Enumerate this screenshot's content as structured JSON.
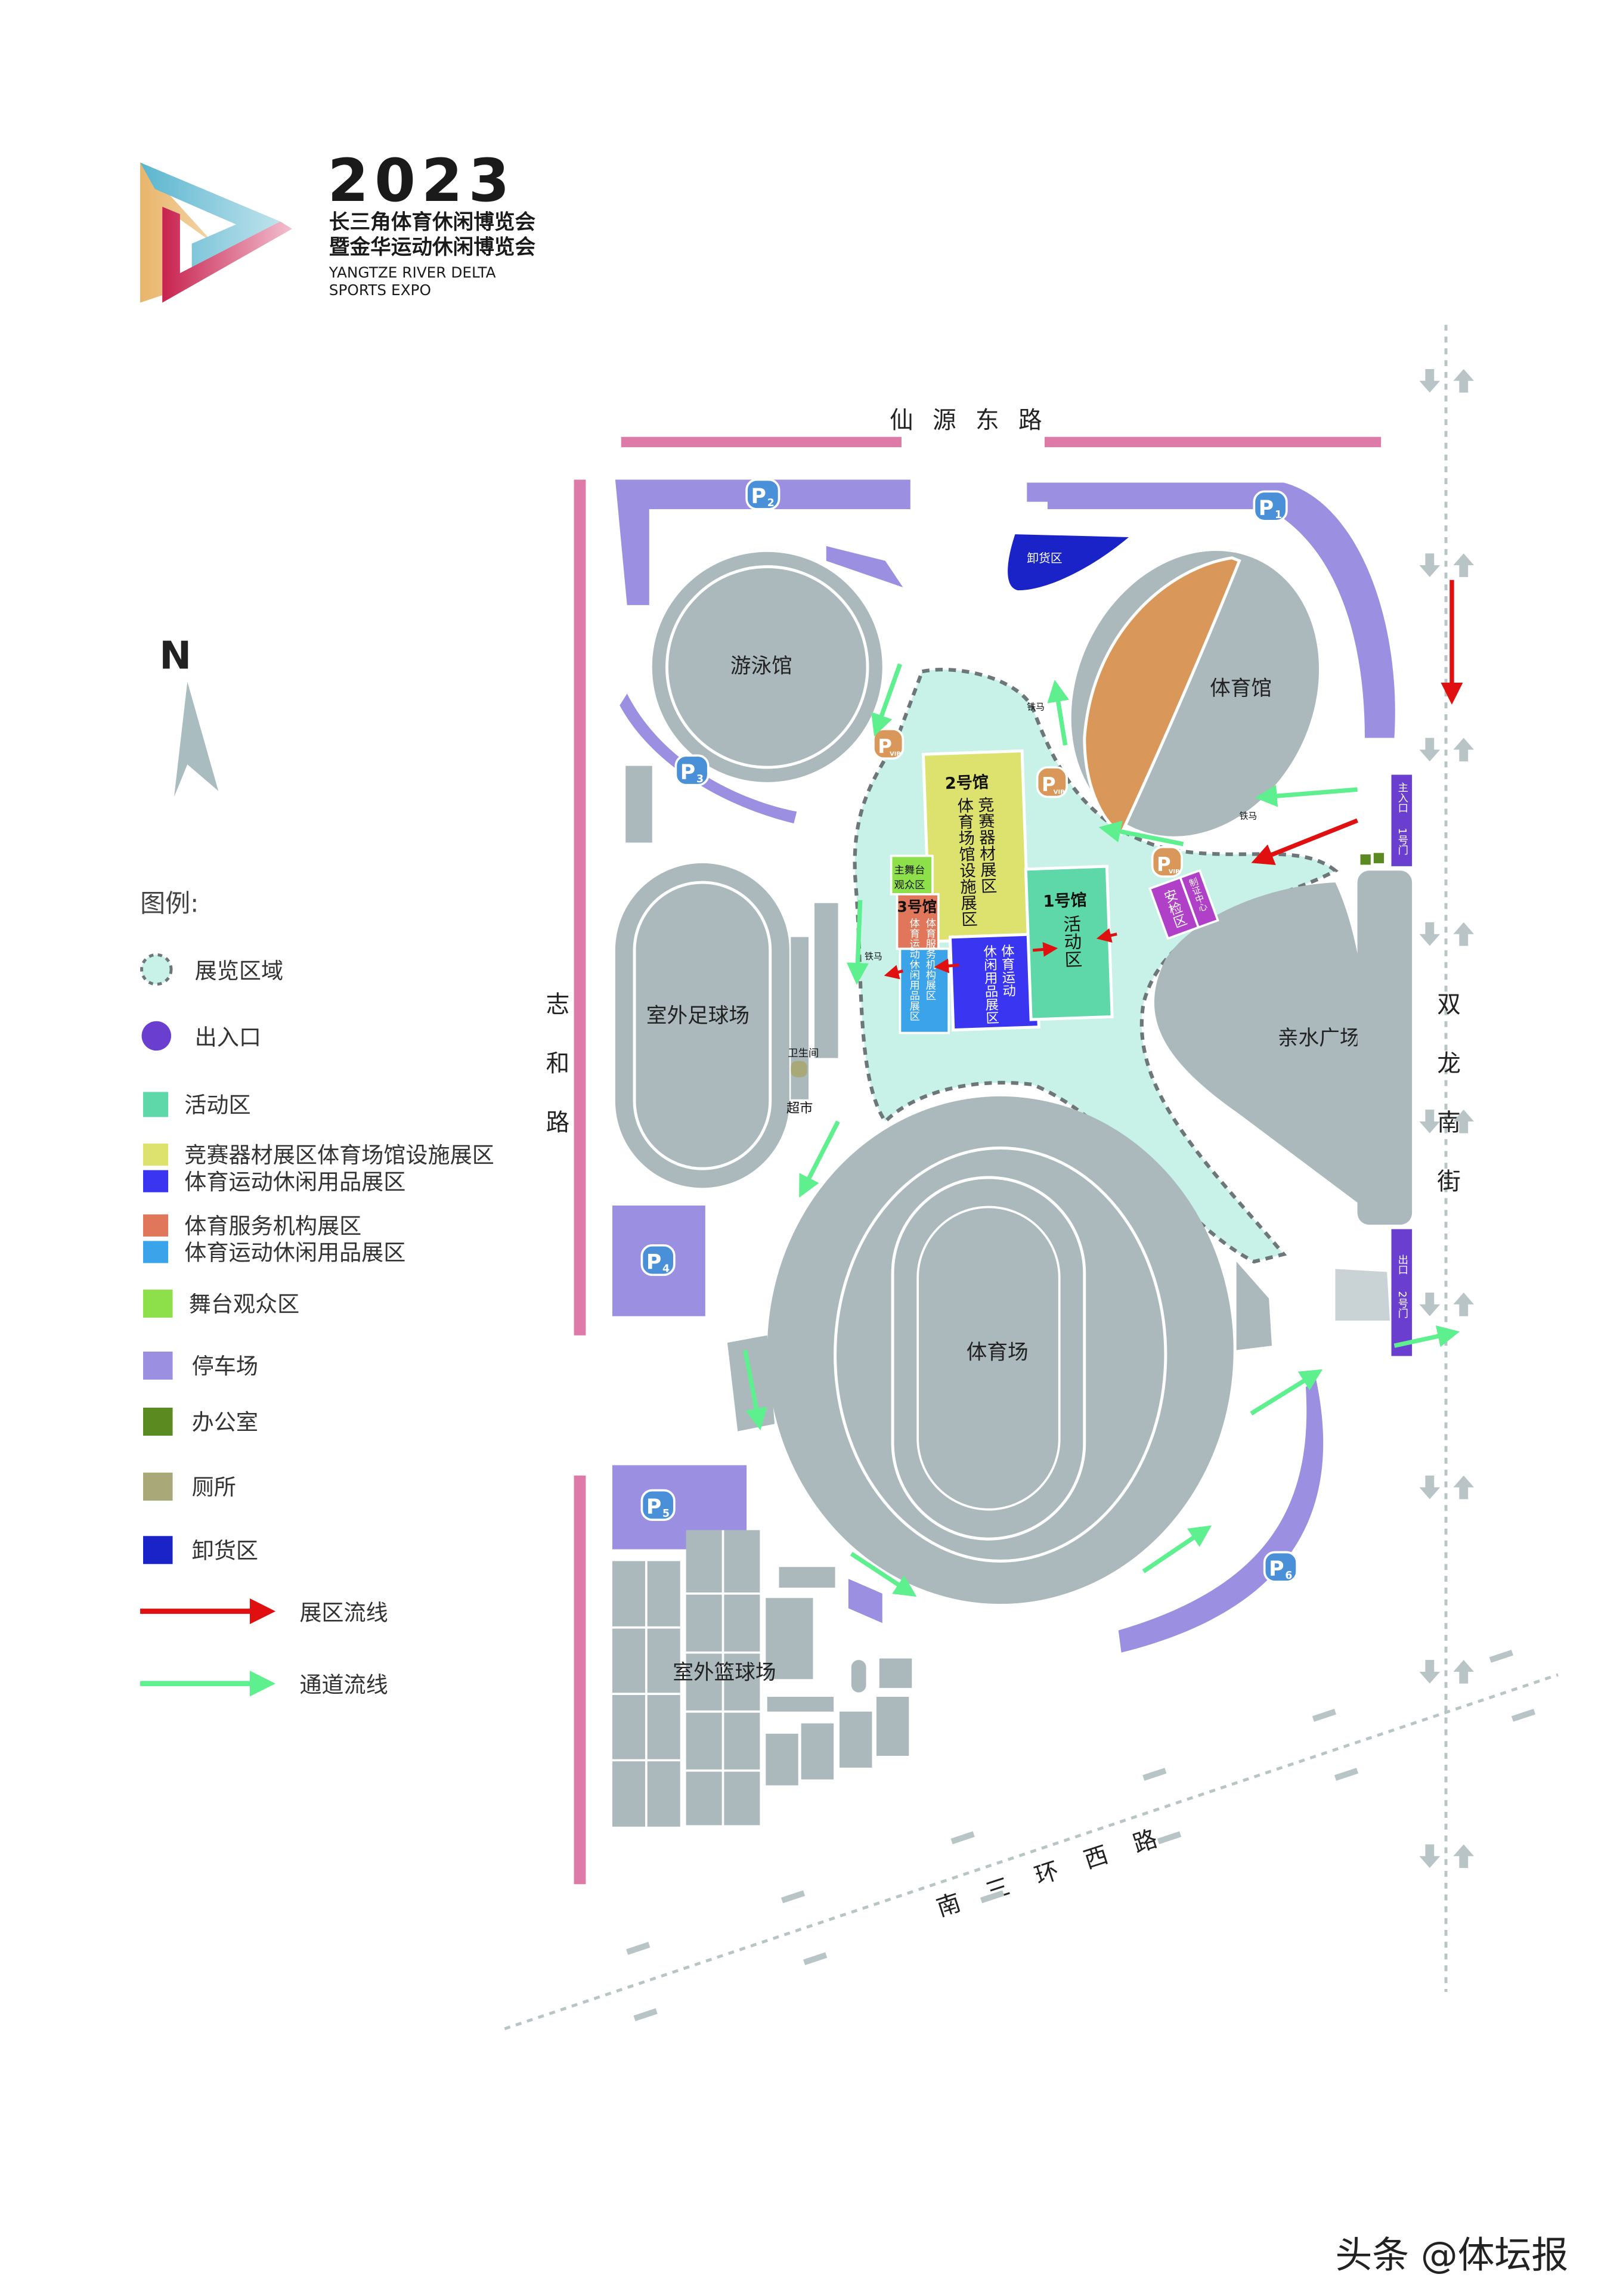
{
  "logo": {
    "year": "2023",
    "title_line1": "长三角体育休闲博览会",
    "title_line2": "暨金华运动休闲博览会",
    "en_line1": "YANGTZE RIVER DELTA",
    "en_line2": "SPORTS EXPO"
  },
  "compass": {
    "label": "N"
  },
  "roads": {
    "north": "仙 源 东 路",
    "west": [
      "志",
      "和",
      "路"
    ],
    "east": [
      "双",
      "龙",
      "南",
      "街"
    ],
    "south": [
      "南",
      "三",
      "环",
      "西",
      "路"
    ]
  },
  "legend": {
    "title": "图例:",
    "items": [
      {
        "label": "展览区域",
        "color": "#c8f2e8"
      },
      {
        "label": "出入口",
        "color": "#6a3fd0"
      },
      {
        "label": "活动区",
        "color": "#5ed8a8"
      },
      {
        "label": "竞赛器材展区体育场馆设施展区",
        "color": "#dde26e"
      },
      {
        "label": "体育运动休闲用品展区",
        "color": "#3a35f0"
      },
      {
        "label": "体育服务机构展区",
        "color": "#e0775a"
      },
      {
        "label": "体育运动休闲用品展区",
        "color": "#3ba3ea"
      },
      {
        "label": "舞台观众区",
        "color": "#8ee04a"
      },
      {
        "label": "停车场",
        "color": "#9a8fe0"
      },
      {
        "label": "办公室",
        "color": "#5a8a20"
      },
      {
        "label": "厕所",
        "color": "#a8a878"
      },
      {
        "label": "卸货区",
        "color": "#1a23c8"
      },
      {
        "label": "展区流线",
        "color": "#e01010"
      },
      {
        "label": "通道流线",
        "color": "#5ef08e"
      }
    ]
  },
  "venues": {
    "swimming": "游泳馆",
    "gym": "体育馆",
    "football": "室外足球场",
    "water_plaza": "亲水广场",
    "stadium": "体育场",
    "basketball": "室外篮球场",
    "unloading": "卸货区",
    "toilet": "卫生间",
    "supermarket": "超市",
    "barrier": "铁马"
  },
  "halls": {
    "hall2": {
      "name": "2号馆",
      "col1": "竞赛器材展区",
      "col2": "体育场馆设施展区"
    },
    "hall2_blue": {
      "col1": "体育运动",
      "col2": "休闲用品展区"
    },
    "hall1": {
      "name": "1号馆",
      "zone": "活动区"
    },
    "stage": {
      "line1": "主舞台",
      "line2": "观众区"
    },
    "hall3": {
      "name": "3号馆",
      "col1": "体育服务机构展区",
      "col2": "体育运动休闲用品展区"
    },
    "security": "安检区",
    "badge_center": "制证中心"
  },
  "gates": {
    "main": {
      "line1": "主入口",
      "line2": "1号门"
    },
    "exit": {
      "line1": "出口",
      "line2": "2号门"
    }
  },
  "parking": {
    "letter": "P",
    "lots": [
      "1",
      "2",
      "3",
      "4",
      "5",
      "6"
    ],
    "vip": "VIP"
  },
  "watermark": "头条 @体坛报"
}
